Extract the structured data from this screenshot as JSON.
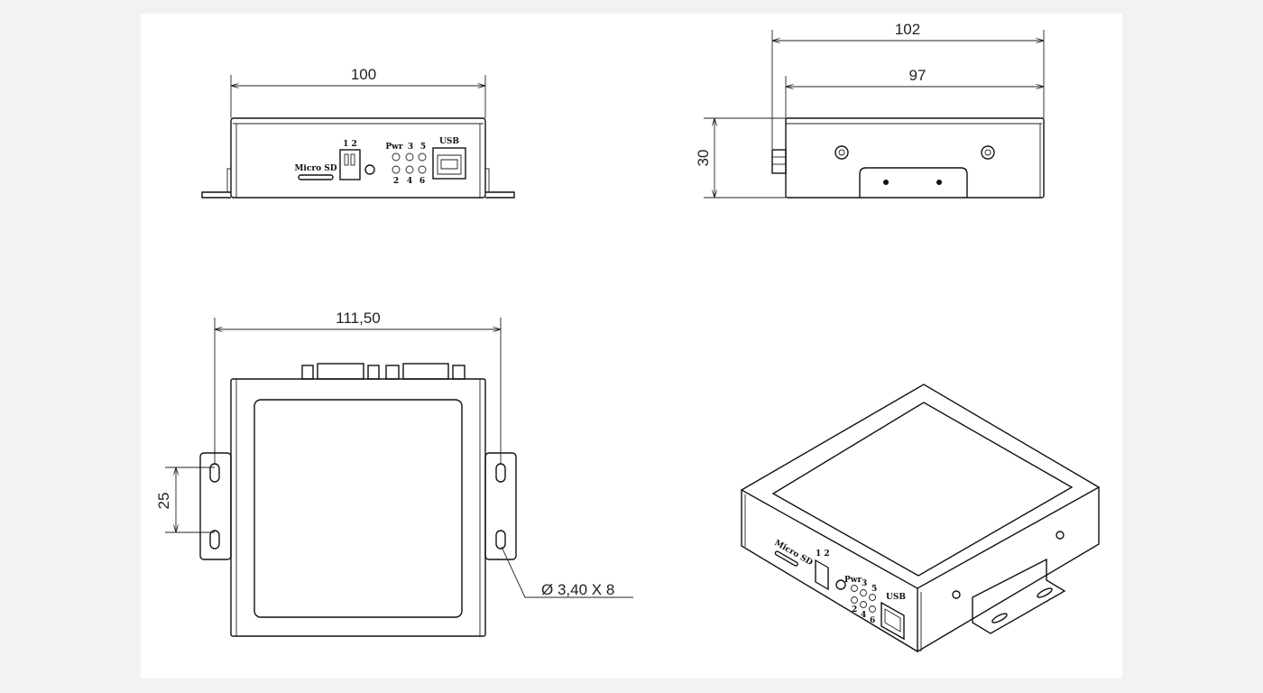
{
  "front_view": {
    "width_dim": "100",
    "micro_sd_label": "Micro SD",
    "dip_label": "1 2",
    "led_top_labels": [
      "Pwr",
      "3",
      "5"
    ],
    "led_bottom_labels": [
      "2",
      "4",
      "6"
    ],
    "usb_label": "USB"
  },
  "side_view": {
    "overall_length_dim": "102",
    "body_length_dim": "97",
    "height_dim": "30"
  },
  "top_view": {
    "overall_width_dim": "111,50",
    "slot_spacing_dim": "25",
    "hole_callout": "Ø 3,40 X 8"
  },
  "iso_view": {
    "micro_sd_label": "Micro SD",
    "dip_label": "1 2",
    "led_top_labels": [
      "Pwr",
      "3",
      "5"
    ],
    "led_bottom_labels": [
      "2",
      "4",
      "6"
    ],
    "usb_label": "USB"
  }
}
